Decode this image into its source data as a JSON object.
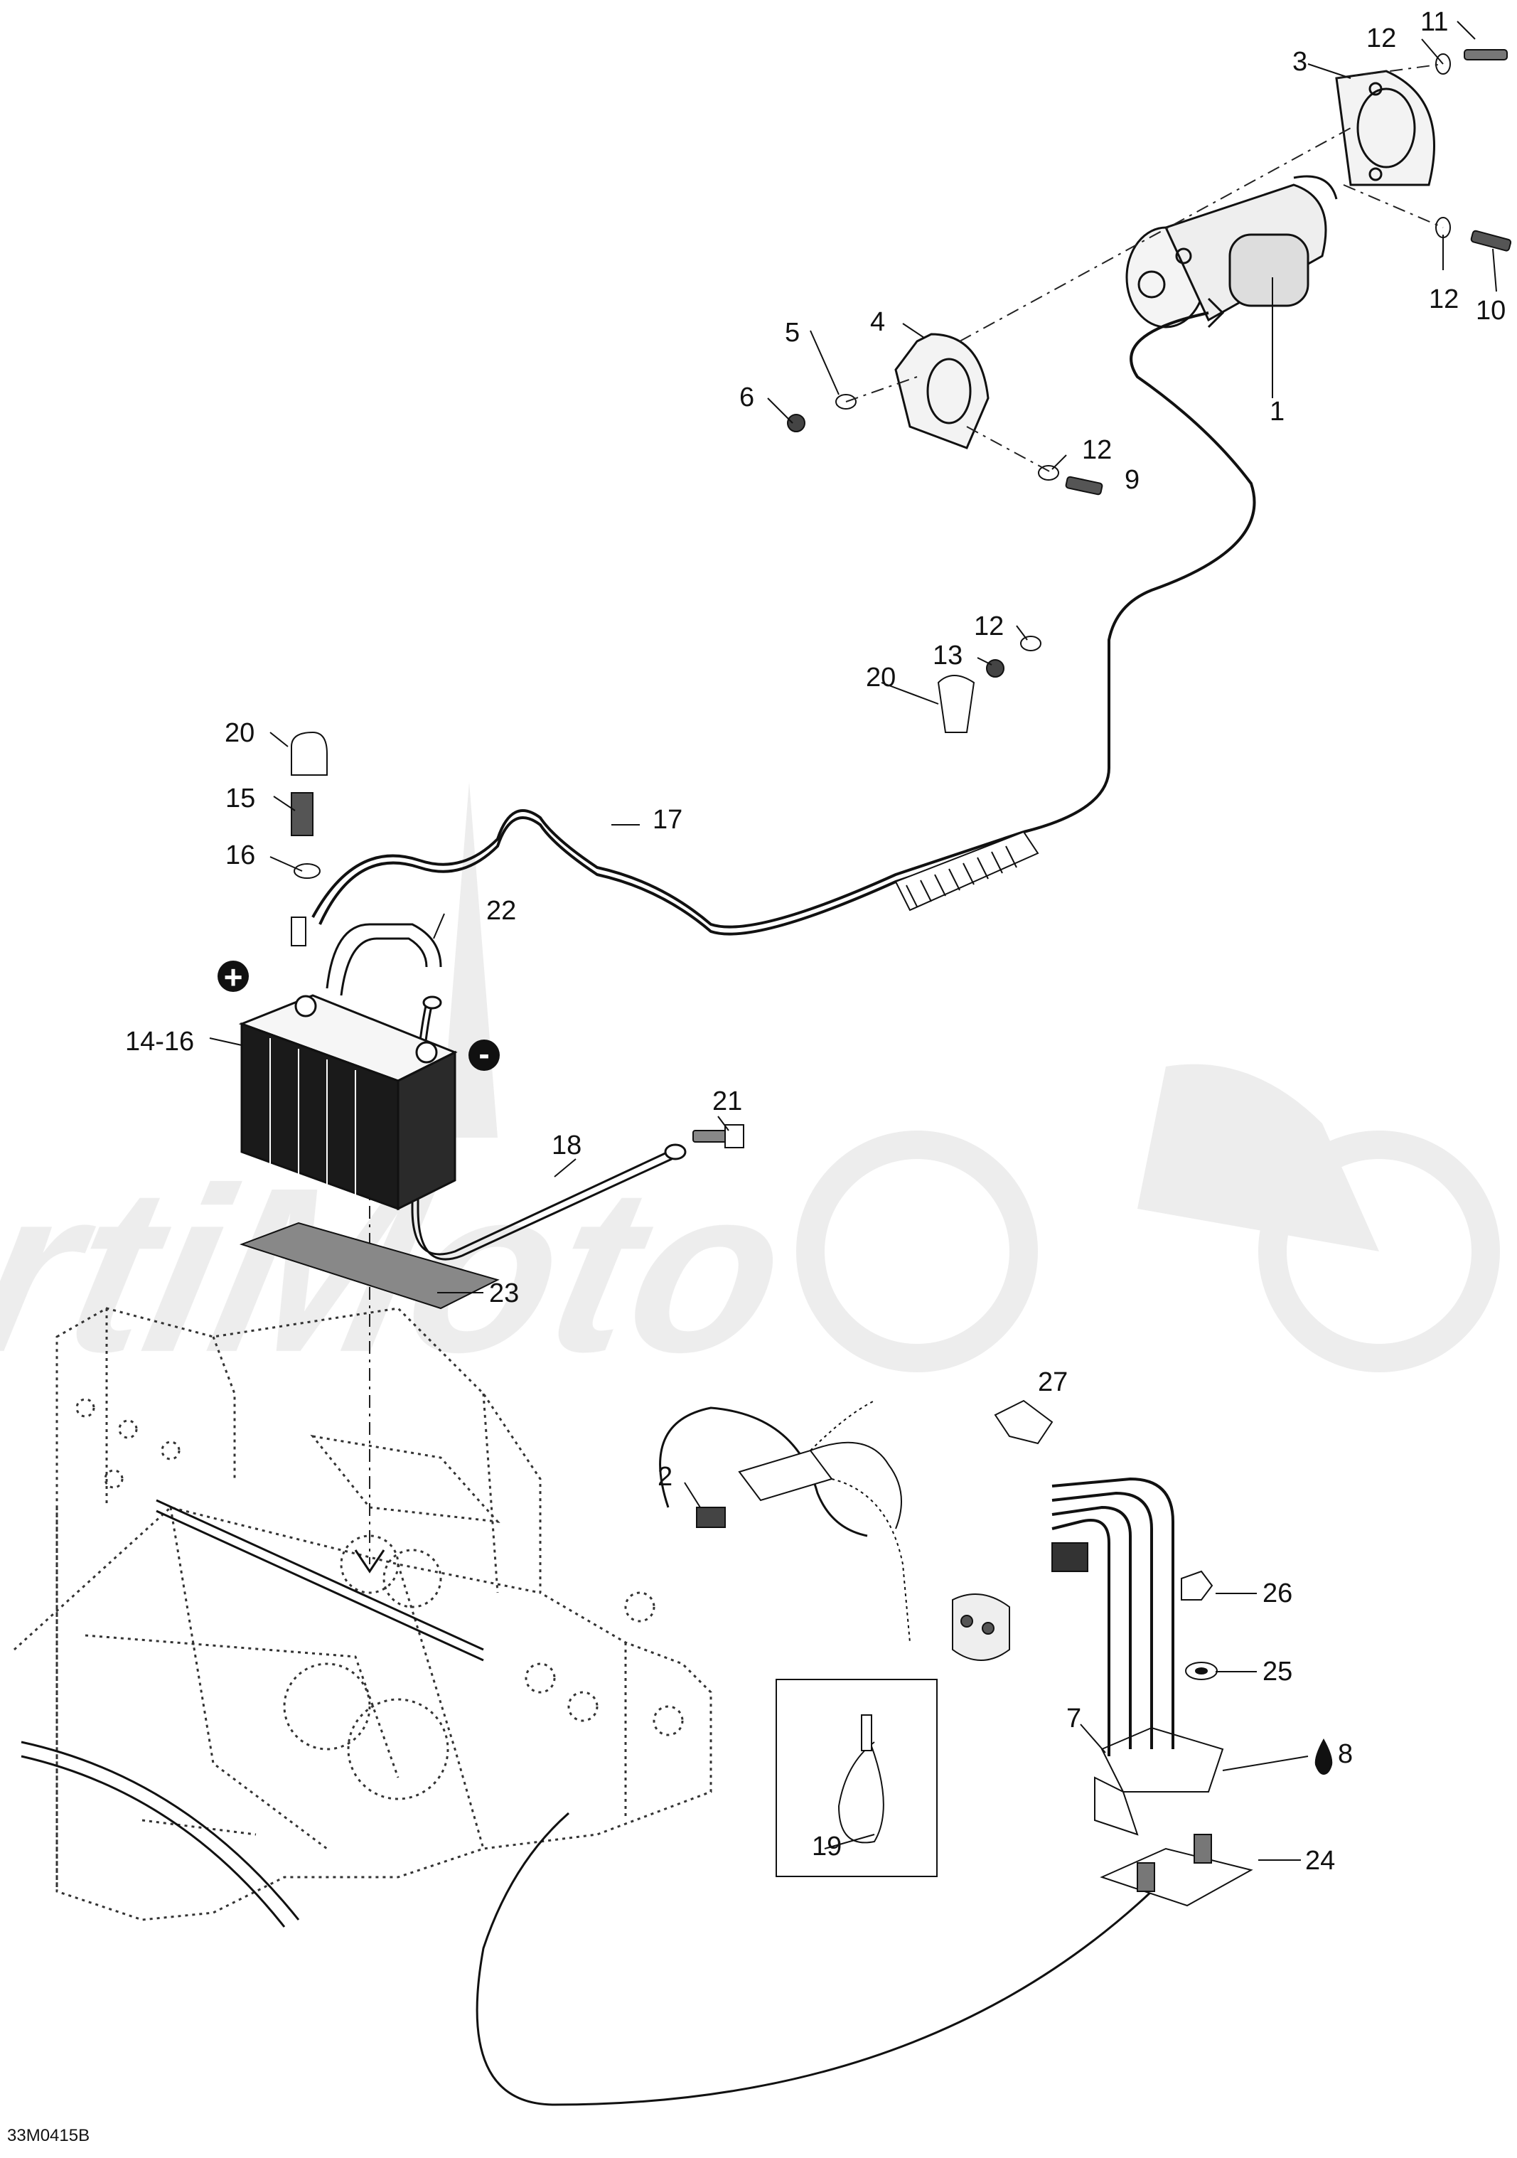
{
  "diagram_code": "33M0415B",
  "watermark_text": "ArtiMoto",
  "symbols": {
    "plus": "+",
    "minus": "-",
    "drop": "drop-icon"
  },
  "callouts": [
    {
      "id": "c1",
      "text": "1"
    },
    {
      "id": "c2",
      "text": "2"
    },
    {
      "id": "c3",
      "text": "3"
    },
    {
      "id": "c4",
      "text": "4"
    },
    {
      "id": "c5",
      "text": "5"
    },
    {
      "id": "c6",
      "text": "6"
    },
    {
      "id": "c7",
      "text": "7"
    },
    {
      "id": "c8",
      "text": "8"
    },
    {
      "id": "c9",
      "text": "9"
    },
    {
      "id": "c10",
      "text": "10"
    },
    {
      "id": "c11",
      "text": "11"
    },
    {
      "id": "c12a",
      "text": "12"
    },
    {
      "id": "c12b",
      "text": "12"
    },
    {
      "id": "c12c",
      "text": "12"
    },
    {
      "id": "c12d",
      "text": "12"
    },
    {
      "id": "c13",
      "text": "13"
    },
    {
      "id": "c1416",
      "text": "14-16"
    },
    {
      "id": "c15",
      "text": "15"
    },
    {
      "id": "c16",
      "text": "16"
    },
    {
      "id": "c17",
      "text": "17"
    },
    {
      "id": "c18",
      "text": "18"
    },
    {
      "id": "c19",
      "text": "19"
    },
    {
      "id": "c20a",
      "text": "20"
    },
    {
      "id": "c20b",
      "text": "20"
    },
    {
      "id": "c21",
      "text": "21"
    },
    {
      "id": "c22",
      "text": "22"
    },
    {
      "id": "c23",
      "text": "23"
    },
    {
      "id": "c24",
      "text": "24"
    },
    {
      "id": "c25",
      "text": "25"
    },
    {
      "id": "c26",
      "text": "26"
    },
    {
      "id": "c27",
      "text": "27"
    }
  ]
}
